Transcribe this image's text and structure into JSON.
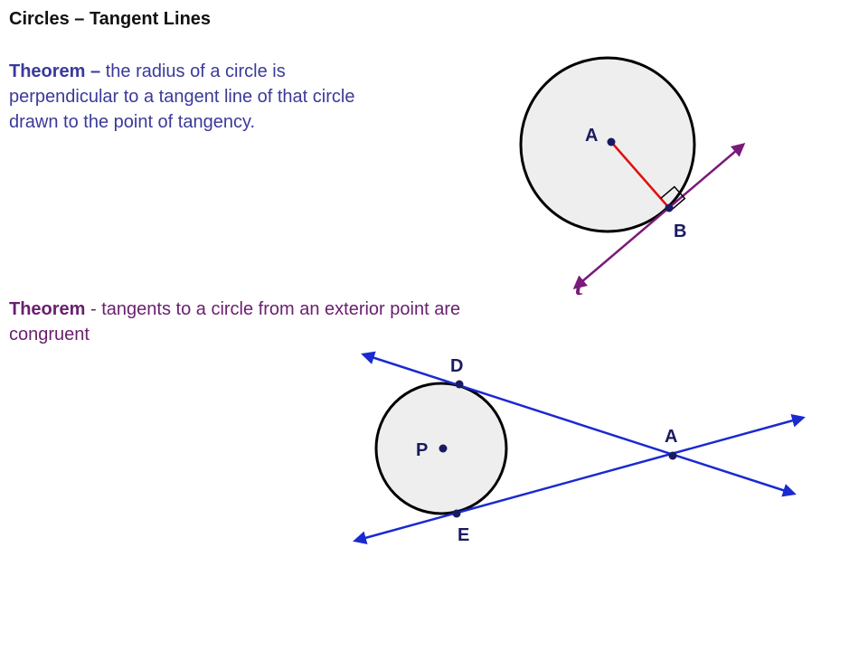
{
  "header": {
    "title": "Circles – Tangent Lines"
  },
  "theorem1": {
    "lead": "Theorem –",
    "text": " the radius of a circle is perpendicular to a tangent line of that circle drawn to the point of tangency."
  },
  "theorem2": {
    "lead": "Theorem",
    "text": " - tangents to a circle from an exterior point are congruent"
  },
  "diagram1": {
    "center_label": "A",
    "tangency_label": "B",
    "tangent_label": "t",
    "colors": {
      "circle_fill": "#eeeeee",
      "circle_stroke": "#000000",
      "radius": "#e01010",
      "tangent_line": "#7a1a7a",
      "point": "#1a1a60"
    }
  },
  "diagram2": {
    "center_label": "P",
    "tangency_label_top": "D",
    "tangency_label_bottom": "E",
    "exterior_point_label": "A",
    "colors": {
      "circle_fill": "#eeeeee",
      "circle_stroke": "#000000",
      "tangent_lines": "#1a2ad0",
      "point": "#1a1a60"
    }
  }
}
